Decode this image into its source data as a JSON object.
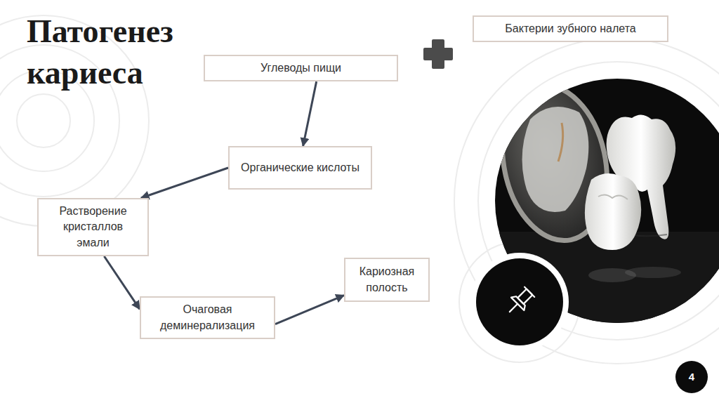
{
  "diagram": {
    "title": "Патогенез кариеса",
    "nodes": [
      {
        "text": [
          "Бактерии зубного налета"
        ]
      },
      {
        "text": [
          "Углеводы пищи"
        ]
      },
      {
        "text": [
          "Органические кислоты"
        ]
      },
      {
        "text": [
          "Растворение кристаллов эмали"
        ]
      },
      {
        "text": [
          "Очаговая деминерализация"
        ]
      },
      {
        "text": [
          "Кариозная полость"
        ]
      },
      {
        "text": [
          "4"
        ]
      }
    ],
    "edges": [
      {
        "from": 1,
        "to": 2,
        "arrow": "to"
      },
      {
        "from": 2,
        "to": 3,
        "arrow": "to"
      },
      {
        "from": 3,
        "to": 4,
        "arrow": "to"
      },
      {
        "from": 4,
        "to": 5,
        "arrow": "to"
      }
    ]
  }
}
